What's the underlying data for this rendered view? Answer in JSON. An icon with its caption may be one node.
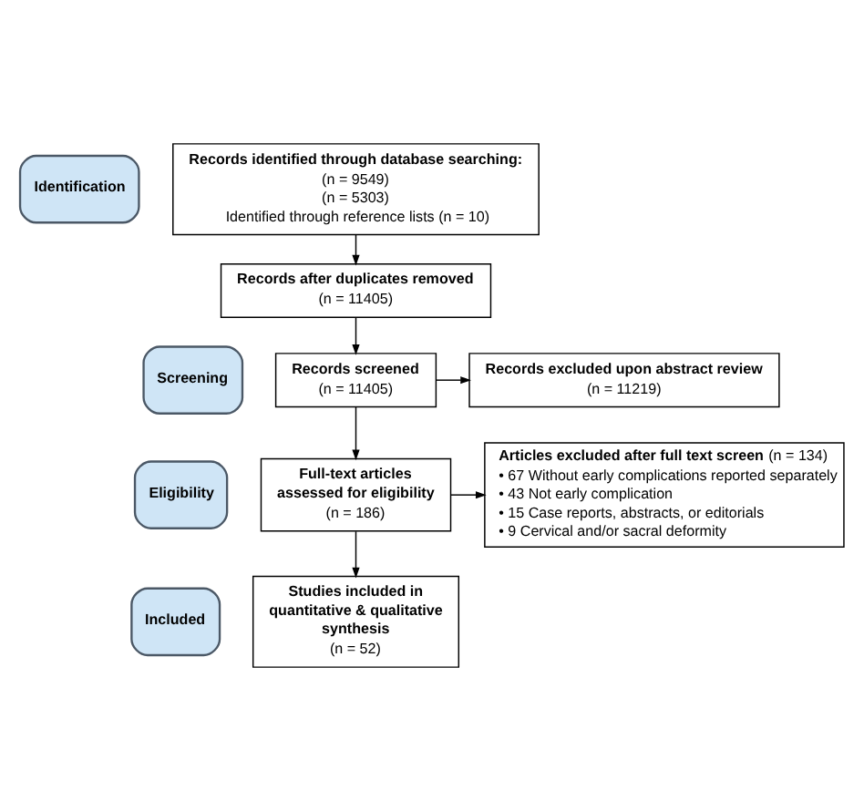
{
  "diagram": {
    "nodes": [
      {
        "text": [
          "Identification"
        ]
      },
      {
        "text": [
          "Records identified through database searching:",
          "(n = 9549)",
          "(n = 5303)",
          "Identified through reference lists (n = 10)"
        ]
      },
      {
        "text": [
          "Records after duplicates removed",
          "(n = 11405)"
        ]
      },
      {
        "text": [
          "Screening"
        ]
      },
      {
        "text": [
          "Records screened",
          "(n = 11405)"
        ]
      },
      {
        "text": [
          "Records excluded upon abstract review",
          "(n = 11219)"
        ]
      },
      {
        "text": [
          "Eligibility"
        ]
      },
      {
        "text": [
          "**Articles excluded after full text screen** (n = 134)",
          "• 67 Without early complications reported separately",
          "• 43 Not early complication",
          "• 15 Case reports, abstracts, or editorials",
          "• 9 Cervical and/or sacral deformity"
        ]
      },
      {
        "text": [
          "Full-text articles assessed for eligibility",
          "(n = 186)"
        ]
      },
      {
        "text": [
          "Included"
        ]
      },
      {
        "text": [
          "Studies included in quantitative & qualitative synthesis",
          "(n = 52)"
        ]
      }
    ],
    "edges": [
      {
        "from": 1,
        "to": 2,
        "arrow": "to"
      },
      {
        "from": 2,
        "to": 4,
        "arrow": "to"
      },
      {
        "from": 4,
        "to": 5,
        "arrow": "to"
      },
      {
        "from": 4,
        "to": 8,
        "arrow": "to"
      },
      {
        "from": 8,
        "to": 7,
        "arrow": "to"
      },
      {
        "from": 8,
        "to": 10,
        "arrow": "to"
      }
    ]
  }
}
